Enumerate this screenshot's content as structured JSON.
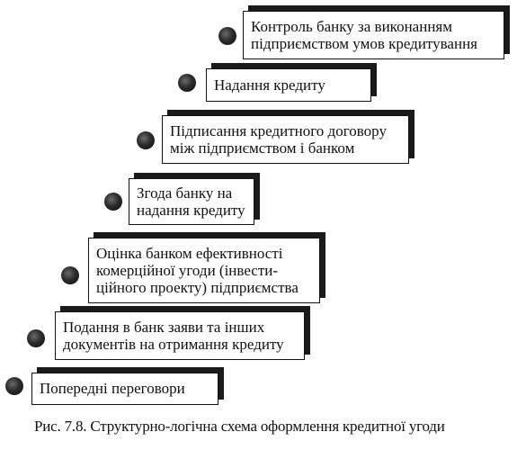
{
  "steps": [
    {
      "id": 7,
      "lines": [
        "Контроль банку за виконанням",
        "підприємством умов кредитування"
      ]
    },
    {
      "id": 6,
      "lines": [
        "Надання кредиту"
      ]
    },
    {
      "id": 5,
      "lines": [
        "Підписання кредитного договору",
        "між підприємством і банком"
      ]
    },
    {
      "id": 4,
      "lines": [
        "Згода банку на",
        "надання кредиту"
      ]
    },
    {
      "id": 3,
      "lines": [
        "Оцінка банком ефективності",
        "комерційної угоди (інвести-",
        "ційного проекту) підприємства"
      ]
    },
    {
      "id": 2,
      "lines": [
        "Подання в банк заяви та інших",
        "документів на отримання кредиту"
      ]
    },
    {
      "id": 1,
      "lines": [
        "Попередні переговори"
      ]
    }
  ],
  "caption": "Рис. 7.8. Структурно-логічна схема оформлення кредитної угоди"
}
